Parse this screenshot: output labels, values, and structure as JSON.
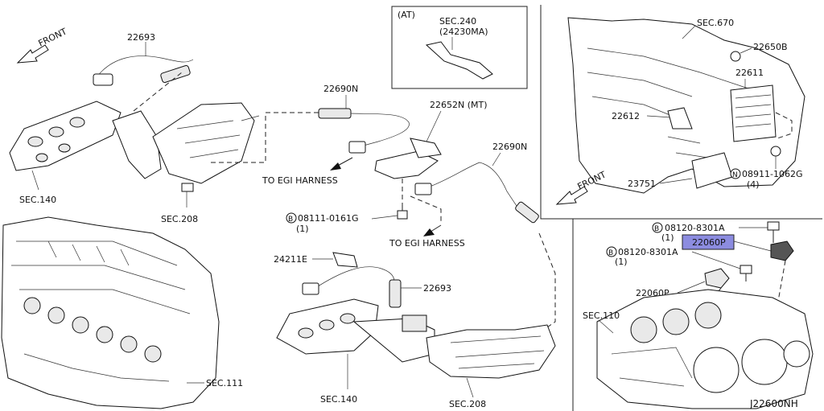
{
  "labels": {
    "front_top": "FRONT",
    "front_right": "FRONT",
    "at_title": "(AT)",
    "sec240": "SEC.240",
    "p24230ma": "(24230MA)",
    "sec670": "SEC.670",
    "p22650b": "22650B",
    "p22611": "22611",
    "p22612": "22612",
    "p08911": "08911-1062G",
    "p08911_qty": "(4)",
    "p23751": "23751",
    "p22693_top": "22693",
    "p22690n_top": "22690N",
    "p22652n": "22652N (MT)",
    "p22690n_mid": "22690N",
    "sec140_top": "SEC.140",
    "sec208_top": "SEC.208",
    "egi1": "TO EGI HARNESS",
    "egi2": "TO EGI HARNESS",
    "p08111": "08111-0161G",
    "p08111_qty": "(1)",
    "p24211e": "24211E",
    "p22693_mid": "22693",
    "sec140_bot": "SEC.140",
    "sec208_bot": "SEC.208",
    "sec111": "SEC.111",
    "p08120_a": "08120-8301A",
    "p08120_a_qty": "(1)",
    "p22060p_hl": "22060P",
    "p08120_b": "08120-8301A",
    "p08120_b_qty": "(1)",
    "p22060p": "22060P",
    "sec110": "SEC.110",
    "diagram_id": "J22600NH",
    "circle_b": "B",
    "circle_n": "N"
  },
  "colors": {
    "highlight": "#8c8ce0",
    "line": "#222222"
  },
  "icons": [
    "front-arrow-icon",
    "harness-arrow-icon",
    "bolt-icon",
    "nut-icon"
  ]
}
